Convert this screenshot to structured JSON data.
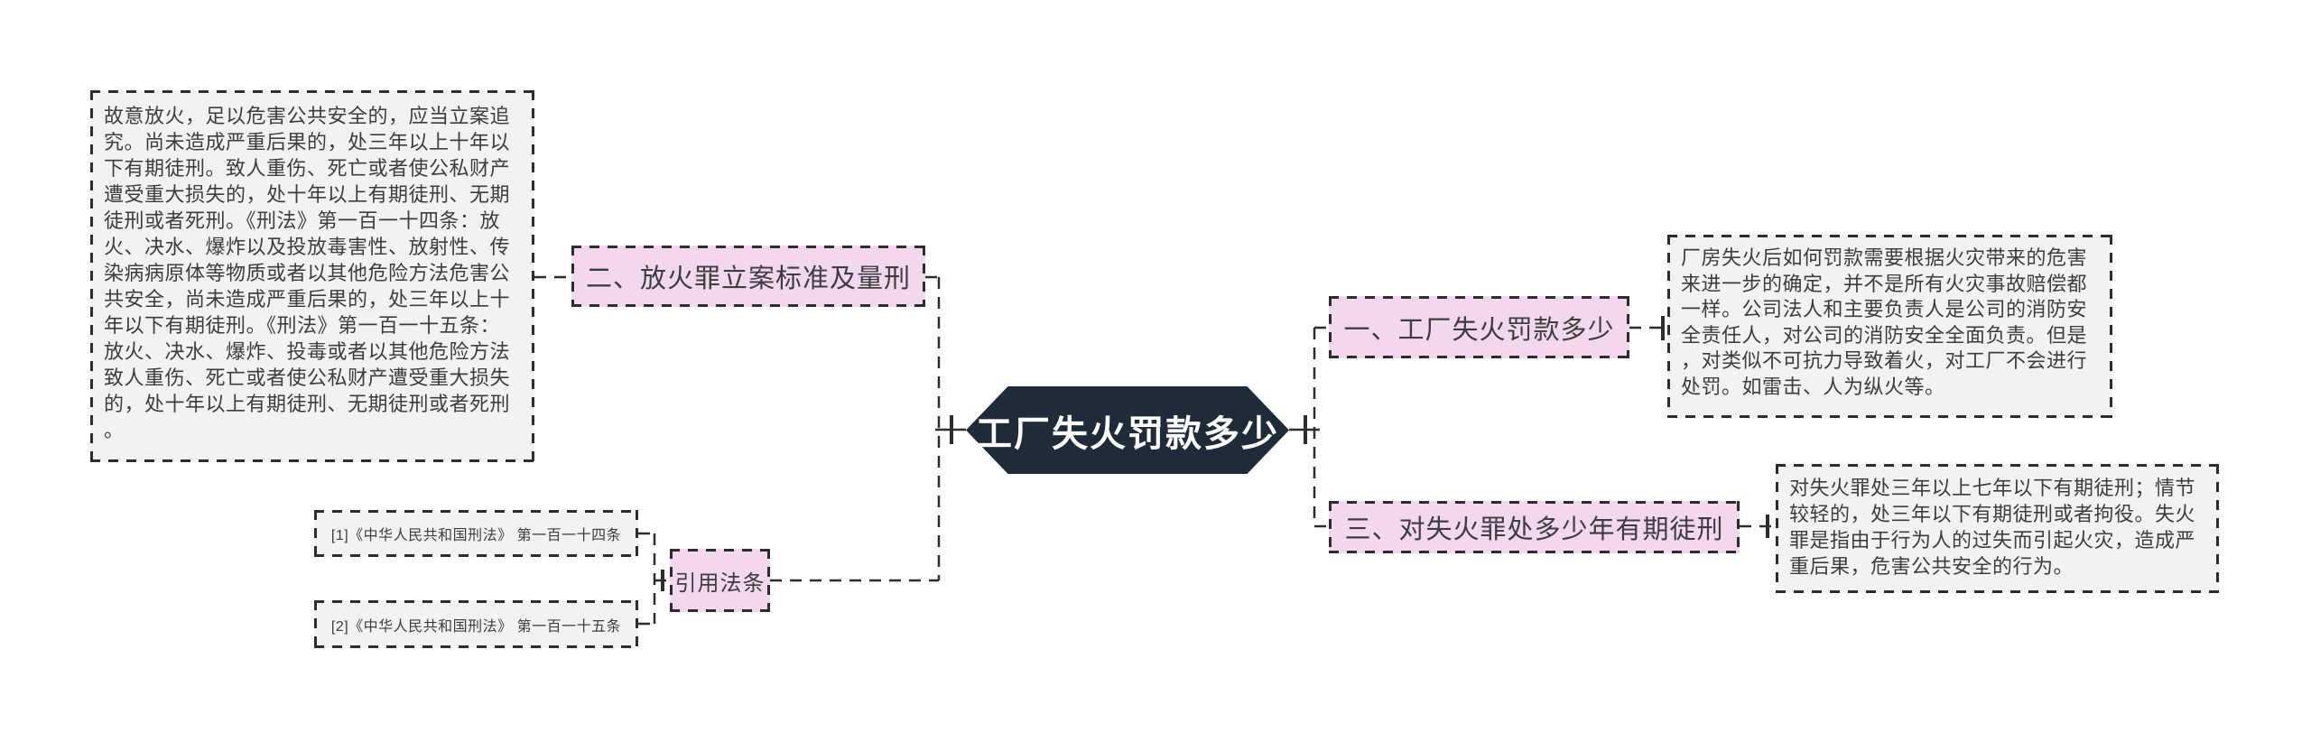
{
  "meta": {
    "title": "工厂失火罚款多少"
  },
  "colors": {
    "background": "#ffffff",
    "center_node_bg": "#202b39",
    "center_node_text": "#ffffff",
    "branch_label_bg": "#f3d7ee",
    "detail_box_bg": "#f2f2f2",
    "line_and_border": "#2d2d2d",
    "body_text": "#3d3d3d"
  },
  "center": {
    "label": "工厂失火罚款多少"
  },
  "branches": {
    "one": {
      "label": "一、工厂失火罚款多少",
      "detail": "厂房失火后如何罚款需要根据火灾带来的危害\n来进一步的确定，并不是所有火灾事故赔偿都\n一样。公司法人和主要负责人是公司的消防安\n全责任人，对公司的消防安全全面负责。但是\n，对类似不可抗力导致着火，对工厂不会进行\n处罚。如雷击、人为纵火等。"
    },
    "two": {
      "label": "二、放火罪立案标准及量刑",
      "detail": "故意放火，足以危害公共安全的，应当立案追\n究。尚未造成严重后果的，处三年以上十年以\n下有期徒刑。致人重伤、死亡或者使公私财产\n遭受重大损失的，处十年以上有期徒刑、无期\n徒刑或者死刑。《刑法》第一百一十四条：放\n火、决水、爆炸以及投放毒害性、放射性、传\n染病病原体等物质或者以其他危险方法危害公\n共安全，尚未造成严重后果的，处三年以上十\n年以下有期徒刑。《刑法》第一百一十五条：\n放火、决水、爆炸、投毒或者以其他危险方法\n致人重伤、死亡或者使公私财产遭受重大损失\n的，处十年以上有期徒刑、无期徒刑或者死刑\n。"
    },
    "three": {
      "label": "三、对失火罪处多少年有期徒刑",
      "detail": "对失火罪处三年以上七年以下有期徒刑；情节\n较轻的，处三年以下有期徒刑或者拘役。失火\n罪是指由于行为人的过失而引起火灾，造成严\n重后果，危害公共安全的行为。"
    },
    "citations": {
      "label": "引用法条",
      "items": [
        "[1]《中华人民共和国刑法》 第一百一十四条",
        "[2]《中华人民共和国刑法》 第一百一十五条"
      ]
    }
  }
}
